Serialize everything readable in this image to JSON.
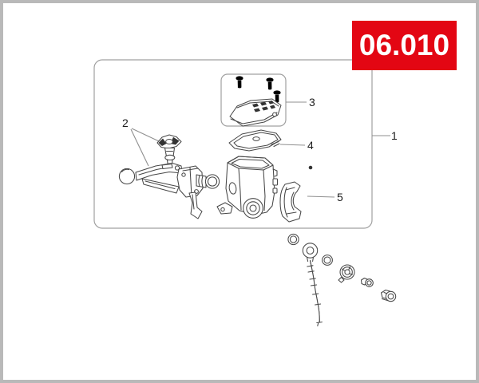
{
  "badge": {
    "code": "06.010"
  },
  "colors": {
    "accent": "#e30613",
    "badge_text": "#ffffff",
    "frame": "#b9b9b9",
    "box_stroke": "#a0a0a0",
    "leader": "#8f8f8f",
    "draw": "#474747",
    "dark_fill": "#333333",
    "callout_text": "#1c1c1c"
  },
  "diagram": {
    "callouts": [
      {
        "number": "1"
      },
      {
        "number": "2"
      },
      {
        "number": "3"
      },
      {
        "number": "4"
      },
      {
        "number": "5"
      }
    ]
  }
}
